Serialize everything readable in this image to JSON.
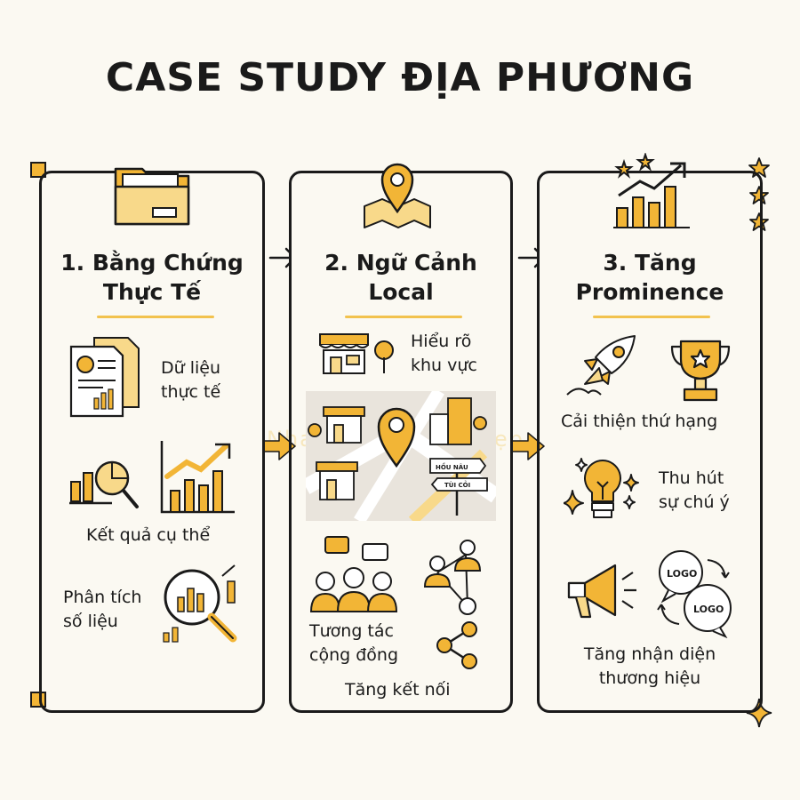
{
  "title": "CASE STUDY ĐỊA PHƯƠNG",
  "watermark": "Nhanh - Chuẩn - Đẹp",
  "panels": [
    {
      "title_line1": "1. Bằng Chứng",
      "title_line2": "Thực Tế",
      "items": [
        "Dữ liệu",
        "thực tế",
        "Kết quả cụ thể",
        "Phân tích",
        "số liệu"
      ]
    },
    {
      "title_line1": "2. Ngữ Cảnh",
      "title_line2": "Local",
      "items": [
        "Hiểu rõ",
        "khu vực",
        "Tương tác",
        "cộng đồng",
        "Tăng kết nối"
      ],
      "signs": [
        "HỒU NÂU",
        "TÙI CỎI"
      ]
    },
    {
      "title_line1": "3. Tăng",
      "title_line2": "Prominence",
      "items": [
        "Cải thiện thứ hạng",
        "Thu hút",
        "sự chú ý",
        "Tăng nhận diện",
        "thương hiệu"
      ],
      "logos": [
        "LOGO",
        "LOGO"
      ]
    }
  ],
  "colors": {
    "accent": "#f2b536",
    "light": "#f8d98a",
    "ink": "#1a1a1a",
    "background": "#fbf9f2"
  }
}
